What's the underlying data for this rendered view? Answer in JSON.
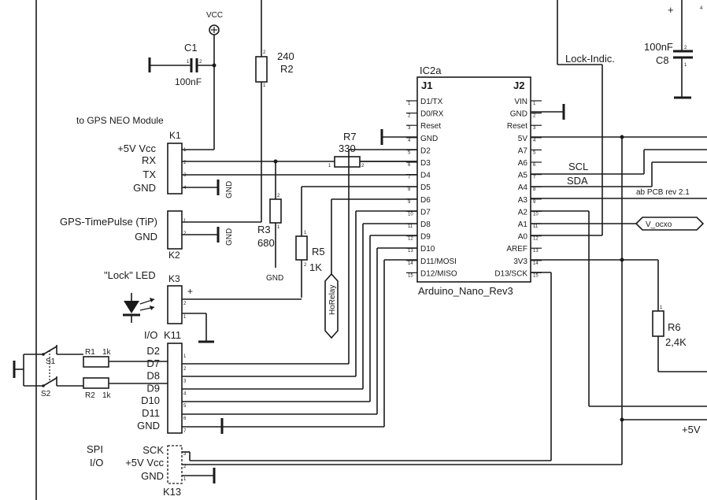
{
  "power": {
    "vcc": "VCC",
    "plus": "+",
    "plus_5v": "+5V"
  },
  "caps": {
    "c1": {
      "ref": "C1",
      "value": "100nF"
    },
    "c8": {
      "ref": "C8",
      "value": "100nF"
    }
  },
  "resistors": {
    "r2": {
      "ref": "R2",
      "value": "240"
    },
    "r7": {
      "ref": "R7",
      "value": "330"
    },
    "r3": {
      "ref": "R3",
      "value": "680"
    },
    "r5": {
      "ref": "R5",
      "value": "1K"
    },
    "r6": {
      "ref": "R6",
      "value": "2,4K"
    },
    "r1": {
      "ref": "R1",
      "value": "1k"
    },
    "rr2": {
      "ref": "R2",
      "value": "1k"
    }
  },
  "switches": {
    "s1": "S1",
    "s2": "S2"
  },
  "connectors": {
    "k1": {
      "ref": "K1",
      "title": "to GPS NEO Module",
      "pins": [
        "+5V Vcc",
        "RX",
        "TX",
        "GND"
      ],
      "side_gnd": "GND"
    },
    "k2": {
      "ref": "K2",
      "pins": [
        "GPS-TimePulse (TiP)",
        "GND"
      ],
      "side_gnd": "GND"
    },
    "k3": {
      "ref": "K3",
      "title": "\"Lock\" LED",
      "plus": "+"
    },
    "k11": {
      "ref": "K11",
      "title": "I/O",
      "pins": [
        "D2",
        "D7",
        "D8",
        "D9",
        "D10",
        "D11",
        "GND"
      ]
    },
    "k13": {
      "ref": "K13",
      "title": [
        "SPI",
        "I/O"
      ],
      "pins": [
        "SCK",
        "+5V Vcc",
        "GND"
      ]
    }
  },
  "chip": {
    "ref": "IC2a",
    "name": "Arduino_Nano_Rev3",
    "j1": "J1",
    "j2": "J2",
    "left_pins": [
      "D1/TX",
      "D0/RX",
      "Reset",
      "GND",
      "D2",
      "D3",
      "D4",
      "D5",
      "D6",
      "D7",
      "D8",
      "D9",
      "D10",
      "D11/MOSI",
      "D12/MISO"
    ],
    "right_pins": [
      "VIN",
      "GND",
      "Reset",
      "5V",
      "A7",
      "A6",
      "A5",
      "A4",
      "A3",
      "A2",
      "A1",
      "A0",
      "AREF",
      "3V3",
      "D13/SCK"
    ],
    "left_nums": [
      "1",
      "2",
      "3",
      "4",
      "5",
      "6",
      "7",
      "8",
      "9",
      "10",
      "11",
      "12",
      "13",
      "14",
      "15"
    ],
    "right_nums": [
      "1",
      "2",
      "3",
      "4",
      "5",
      "6",
      "7",
      "8",
      "9",
      "10",
      "11",
      "12",
      "13",
      "14",
      "15"
    ]
  },
  "nets": {
    "lock_indic": "Lock-Indic.",
    "scl": "SCL",
    "sda": "SDA",
    "rev_note": "ab PCB rev 2.1",
    "v_ocxo": "V_ocxo",
    "ho_relay": "HoRelay",
    "gnd": "GND"
  },
  "res_pins": {
    "one": "1",
    "two": "2"
  }
}
